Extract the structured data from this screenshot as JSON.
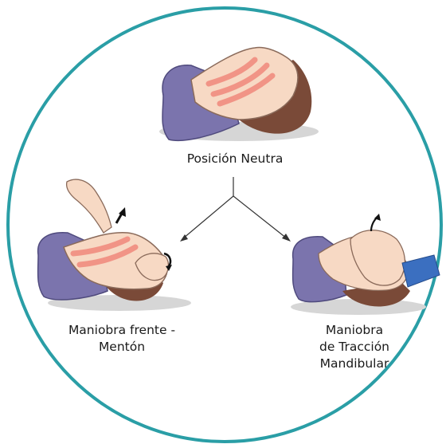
{
  "labels": {
    "neutral": "Posición Neutra",
    "frente": {
      "line1": "Maniobra frente -",
      "line2": "Mentón"
    },
    "traccion": {
      "line1": "Maniobra",
      "line2": "de Tracción",
      "line3": "Mandibular"
    }
  },
  "colors": {
    "circle": "#2a9ea6",
    "pillow": "#7b74ad",
    "hair": "#7a4a38",
    "skin": "#f7d9c4",
    "airway": "#f08c80",
    "shadow": "#cfcfcf",
    "glove": "#3b6fc0"
  }
}
